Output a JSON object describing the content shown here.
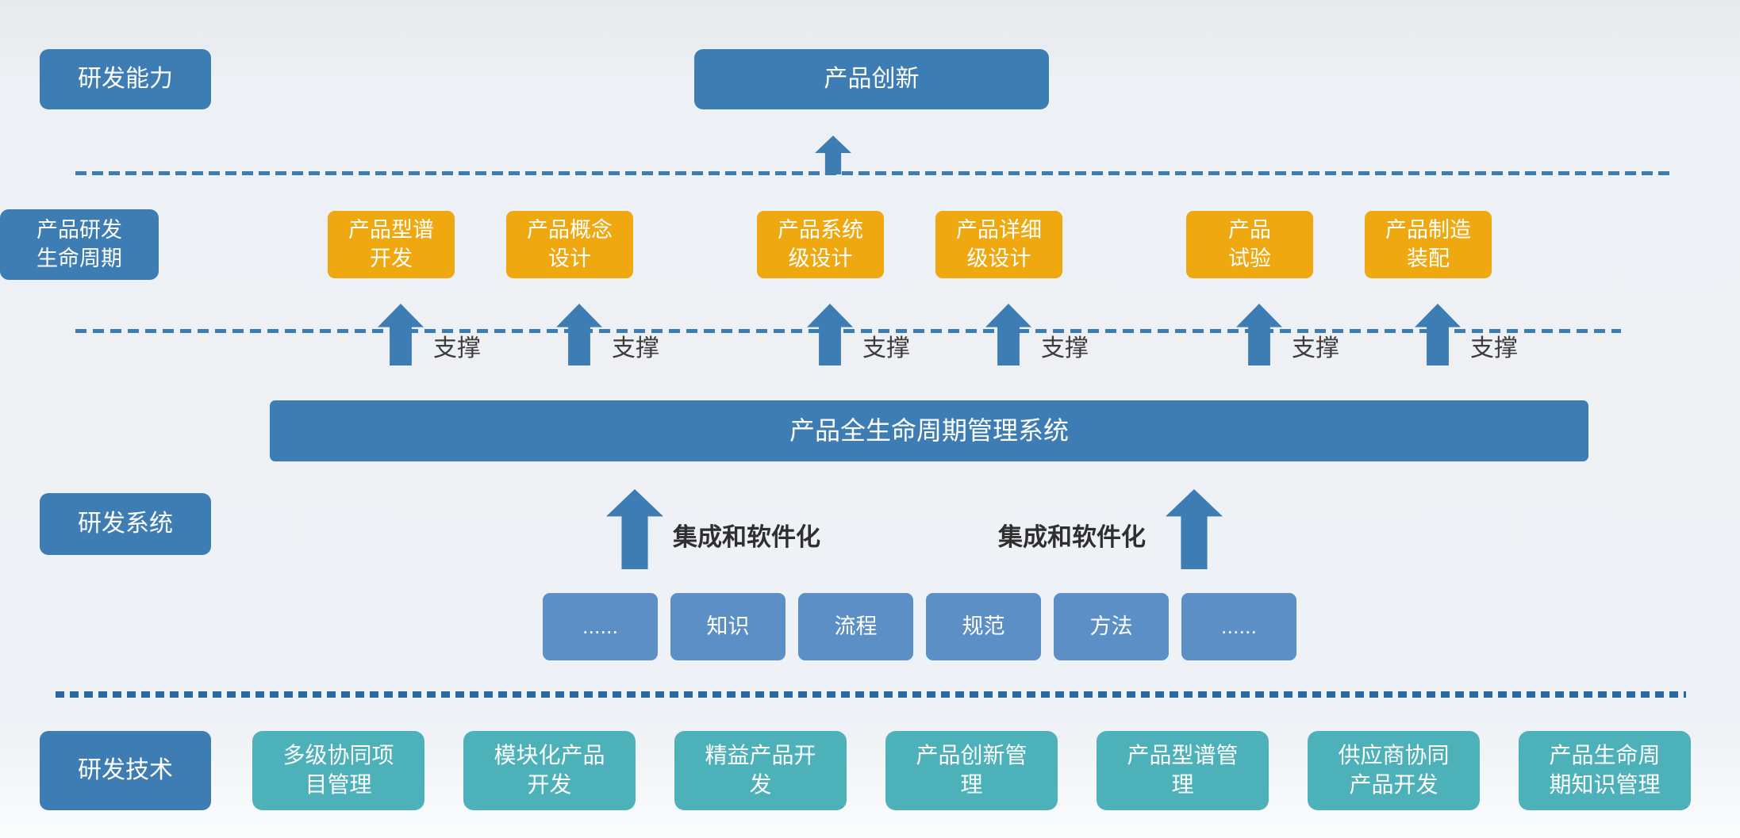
{
  "palette": {
    "blue": "#3d7db3",
    "orange": "#efa80f",
    "light_blue": "#5c8fc5",
    "teal": "#4db1ba",
    "background": "#eef1f5"
  },
  "rows": {
    "capability": {
      "side_label": "研发能力",
      "main_box": "产品创新"
    },
    "lifecycle": {
      "side_label": "产品研发\n生命周期",
      "stages": [
        {
          "label": "产品型谱\n开发"
        },
        {
          "label": "产品概念\n设计"
        },
        {
          "label": "产品系统\n级设计"
        },
        {
          "label": "产品详细\n级设计"
        },
        {
          "label": "产品\n试验"
        },
        {
          "label": "产品制造\n装配"
        }
      ],
      "support_label": "支撑"
    },
    "system": {
      "side_label": "研发系统",
      "plm_bar": "产品全生命周期管理系统",
      "integration_label": "集成和软件化",
      "elements": [
        {
          "label": "......"
        },
        {
          "label": "知识"
        },
        {
          "label": "流程"
        },
        {
          "label": "规范"
        },
        {
          "label": "方法"
        },
        {
          "label": "......"
        }
      ]
    },
    "technology": {
      "side_label": "研发技术",
      "items": [
        {
          "label": "多级协同项\n目管理"
        },
        {
          "label": "模块化产品\n开发"
        },
        {
          "label": "精益产品开\n发"
        },
        {
          "label": "产品创新管\n理"
        },
        {
          "label": "产品型谱管\n理"
        },
        {
          "label": "供应商协同\n产品开发"
        },
        {
          "label": "产品生命周\n期知识管理"
        }
      ]
    }
  }
}
